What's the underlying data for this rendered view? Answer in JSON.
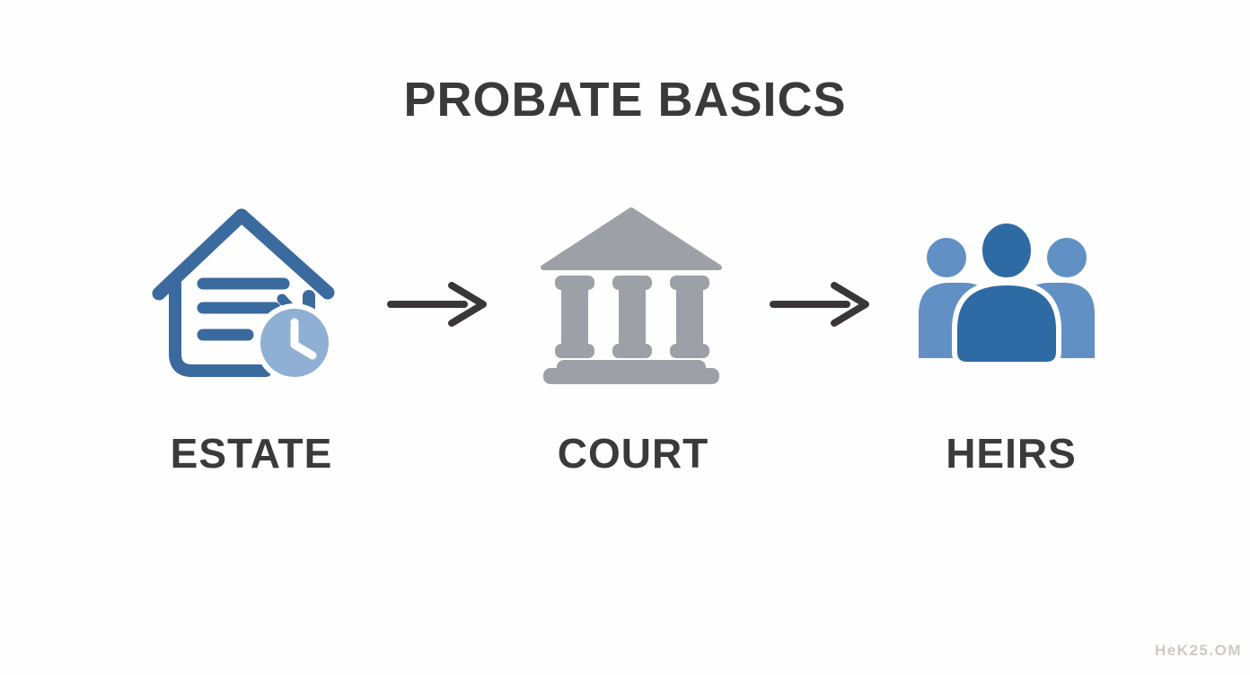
{
  "title": "PROBATE BASICS",
  "watermark": "HeK25.OM",
  "flow": {
    "steps": [
      {
        "id": "estate",
        "label": "ESTATE",
        "icon": "house-document-clock-icon"
      },
      {
        "id": "court",
        "label": "COURT",
        "icon": "courthouse-icon"
      },
      {
        "id": "heirs",
        "label": "HEIRS",
        "icon": "people-group-icon"
      }
    ],
    "connectors": [
      "arrow-right",
      "arrow-right"
    ]
  },
  "colors": {
    "background": "#fefefe",
    "title_text": "#3a3a3c",
    "label_text": "#3a3a3c",
    "arrow": "#3a3637",
    "estate_blue": "#3a6a9e",
    "clock_fill": "#8fafd4",
    "clock_hands": "#ffffff",
    "court_gray": "#9da0a7",
    "heirs_center_blue": "#2e6ba4",
    "heirs_side_blue": "#6090c4",
    "watermark_text": "#cbc4c1"
  }
}
